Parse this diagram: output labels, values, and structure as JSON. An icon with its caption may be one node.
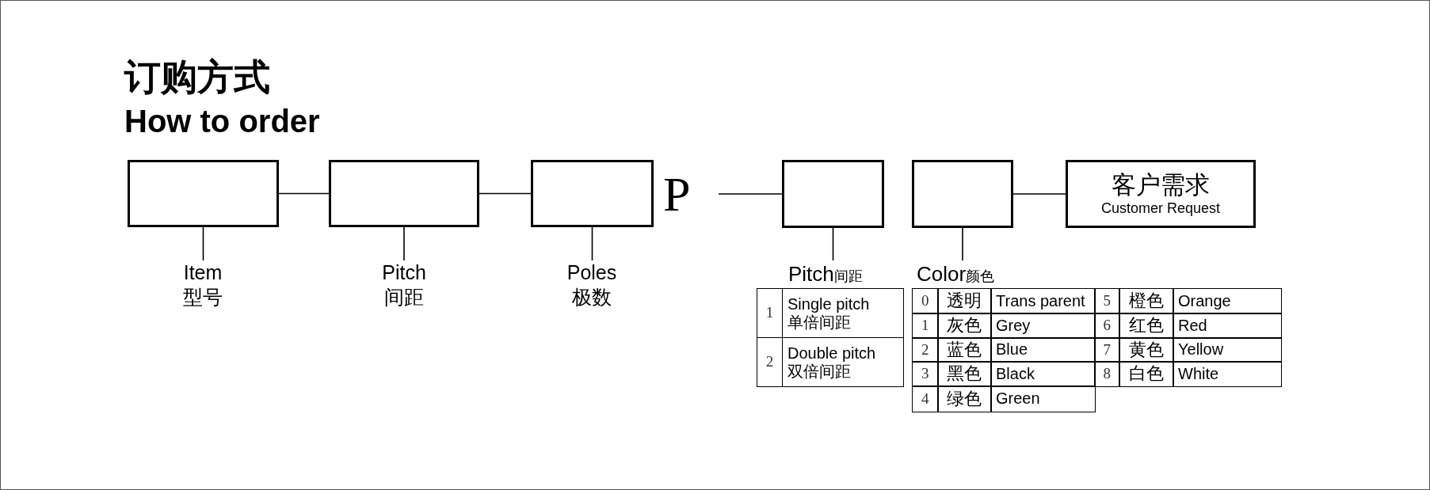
{
  "diagram": {
    "title": "订购方式",
    "nodes": [
      {
        "text": [],
        "shape": "box"
      },
      {
        "text": [],
        "shape": "box"
      },
      {
        "text": [],
        "shape": "box"
      },
      {
        "text": [
          "P"
        ]
      },
      {
        "text": [],
        "shape": "box"
      },
      {
        "text": [],
        "shape": "box"
      },
      {
        "text": [
          "客户需求",
          "Customer Request"
        ]
      },
      {
        "text": [
          "Item",
          "型号"
        ]
      },
      {
        "text": [
          "Pitch",
          "间距"
        ]
      },
      {
        "text": [
          "Poles",
          "极数"
        ]
      },
      {
        "text": [
          "Pitch",
          "间距"
        ]
      },
      {
        "text": [
          "Color",
          "颜色"
        ]
      }
    ],
    "edges": [
      {
        "from": 0,
        "to": 1,
        "arrow": "none"
      },
      {
        "from": 1,
        "to": 2,
        "arrow": "none"
      },
      {
        "from": 3,
        "to": 4,
        "arrow": "none"
      },
      {
        "from": 5,
        "to": 6,
        "arrow": "none"
      },
      {
        "from": 0,
        "to": 7,
        "arrow": "none"
      },
      {
        "from": 1,
        "to": 8,
        "arrow": "none"
      },
      {
        "from": 2,
        "to": 9,
        "arrow": "none"
      },
      {
        "from": 4,
        "to": 10,
        "arrow": "none"
      },
      {
        "from": 5,
        "to": 11,
        "arrow": "none"
      }
    ],
    "labels": [
      "How to order",
      "1",
      "Single pitch 单倍间距",
      "2",
      "Double pitch 双倍间距",
      "0",
      "透明",
      "Trans parent",
      "5",
      "橙色",
      "Orange",
      "1",
      "灰色",
      "Grey",
      "6",
      "红色",
      "Red",
      "2",
      "蓝色",
      "Blue",
      "7",
      "黄色",
      "Yellow",
      "3",
      "黑色",
      "Black",
      "8",
      "白色",
      "White",
      "4",
      "绿色",
      "Green"
    ]
  }
}
